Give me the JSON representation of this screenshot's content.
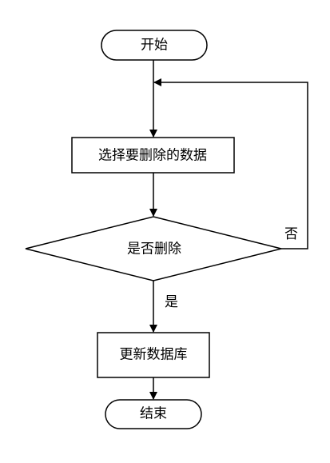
{
  "nodes": {
    "start": "开始",
    "select": "选择要删除的数据",
    "decision": "是否删除",
    "update": "更新数据库",
    "end": "结束"
  },
  "edges": {
    "no": "否",
    "yes": "是"
  },
  "colors": {
    "stroke": "#000000",
    "background": "#ffffff"
  }
}
